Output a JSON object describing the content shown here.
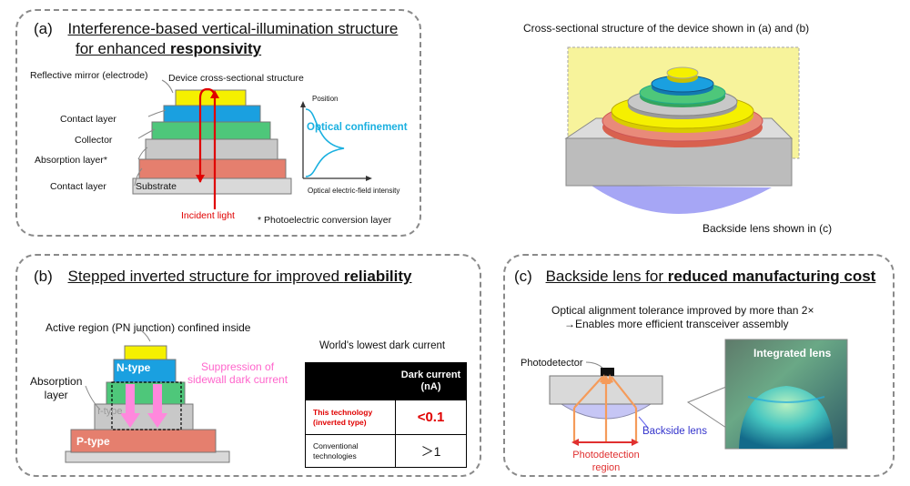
{
  "panel_a": {
    "letter": "(a)",
    "title_line1": "Interference-based vertical-illumination structure",
    "title_line2_prefix": "for enhanced ",
    "title_line2_bold": "responsivity",
    "labels": {
      "mirror": "Reflective mirror (electrode)",
      "device_cs": "Device cross-sectional structure",
      "contact_top": "Contact layer",
      "collector": "Collector",
      "absorption": "Absorption layer*",
      "contact_bottom": "Contact layer",
      "substrate": "Substrate",
      "incident": "Incident light",
      "footnote": "* Photoelectric conversion layer",
      "position": "Position",
      "optical_conf": "Optical confinement",
      "field_intensity": "Optical electric-field intensity"
    }
  },
  "top_right": {
    "caption": "Cross-sectional structure of the device shown in (a) and (b)",
    "lens_caption": "Backside lens shown in (c)"
  },
  "panel_b": {
    "letter": "(b)",
    "title_prefix": "Stepped inverted structure for improved ",
    "title_bold": "reliability",
    "active_region": "Active region (PN junction) confined inside",
    "n_type": "N-type",
    "i_type": "I-type",
    "p_type": "P-type",
    "absorption_line1": "Absorption",
    "absorption_line2": "layer",
    "suppression_line1": "Suppression of",
    "suppression_line2": "sidewall dark current",
    "worlds_lowest": "World's lowest dark current",
    "table": {
      "header_line1": "Dark current",
      "header_line2": "(nA)",
      "row1_line1": "This technology",
      "row1_line2": "(inverted type)",
      "row1_value": "<0.1",
      "row2_line1": "Conventional",
      "row2_line2": "technologies",
      "row2_value": "＞1"
    }
  },
  "panel_c": {
    "letter": "(c)",
    "title_prefix": "Backside lens for ",
    "title_bold": "reduced manufacturing cost",
    "line1": "Optical alignment tolerance improved by more than 2×",
    "line2": "→Enables more efficient transceiver assembly",
    "photodetector": "Photodetector",
    "backside_lens": "Backside lens",
    "photodetection_line1": "Photodetection",
    "photodetection_line2": "region",
    "integrated_lens": "Integrated lens"
  },
  "colors": {
    "mirror": "#f5f000",
    "contact": "#1aa0e0",
    "collector": "#4ec77a",
    "absorption": "#c8c8c8",
    "substrate_layer": "#e57f6e",
    "substrate": "#d9d9d9",
    "incident": "#e00000",
    "optical": "#1ab0e0",
    "pink": "#ff66cc",
    "orange": "#f59b5a",
    "lens": "#a6a6f5"
  }
}
